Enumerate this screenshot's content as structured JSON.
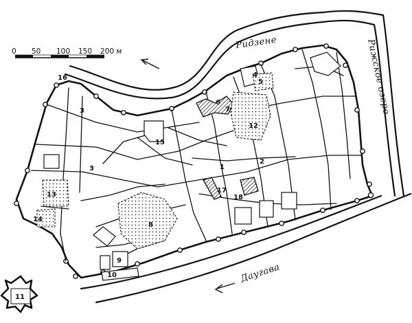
{
  "rivers": {
    "ridzene": "Ридзене",
    "riga_lake": "Рижское озеро",
    "daugava": "Даугава"
  },
  "scale": {
    "ticks": [
      "0",
      "50",
      "100",
      "150",
      "200 м"
    ]
  },
  "markers": [
    "1",
    "2",
    "3",
    "3",
    "4",
    "5",
    "6",
    "7",
    "8",
    "9",
    "10",
    "11",
    "12",
    "13",
    "14",
    "15",
    "16",
    "17",
    "18"
  ]
}
